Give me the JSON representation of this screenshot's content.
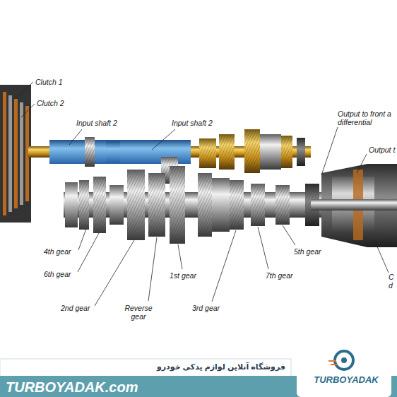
{
  "diagram": {
    "labels": [
      "Clutch 1",
      "Clutch 2",
      "Input shaft 2",
      "Input shaft 2",
      "Output to front a differential",
      "Output t",
      "4th gear",
      "6th gear",
      "5th gear",
      "1st gear",
      "7th gear",
      "C d",
      "2nd gear",
      "Reverse gear",
      "3rd gear",
      "فروشگاه آنلاین لوازم یدکی خودرو",
      "TURBOYADAK.com",
      "TURBOYADAK"
    ]
  }
}
